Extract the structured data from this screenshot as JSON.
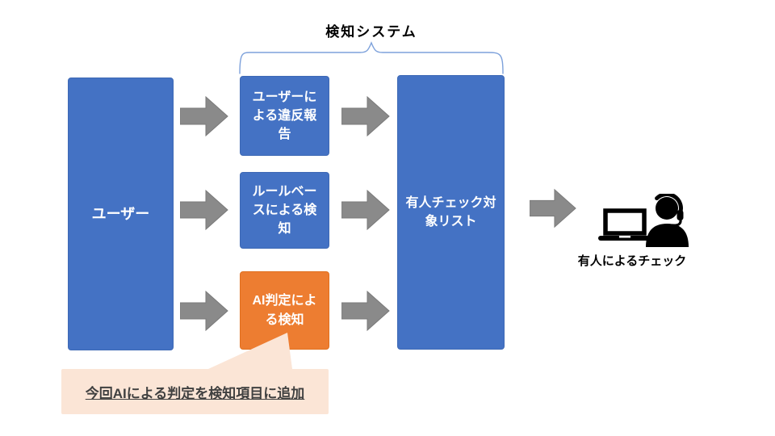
{
  "title": "検知システム",
  "nodes": {
    "user": {
      "label": "ユーザー"
    },
    "report": {
      "label": "ユーザーによる違反報告"
    },
    "rule": {
      "label": "ルールベースによる検知"
    },
    "ai": {
      "label": "AI判定による検知"
    },
    "list": {
      "label": "有人チェック対象リスト"
    }
  },
  "manual_check": {
    "label": "有人によるチェック",
    "icons": [
      "laptop-icon",
      "support-agent-icon"
    ]
  },
  "callout": {
    "text": "今回AIによる判定を検知項目に追加"
  },
  "colors": {
    "node_blue": "#4472C4",
    "node_orange": "#ED7D31",
    "callout_peach": "#FBE5D6",
    "arrow_gray": "#8A8A8A",
    "brace_blue": "#7DA1DB",
    "node_text": "#FFFFFF",
    "callout_text": "#404040"
  }
}
